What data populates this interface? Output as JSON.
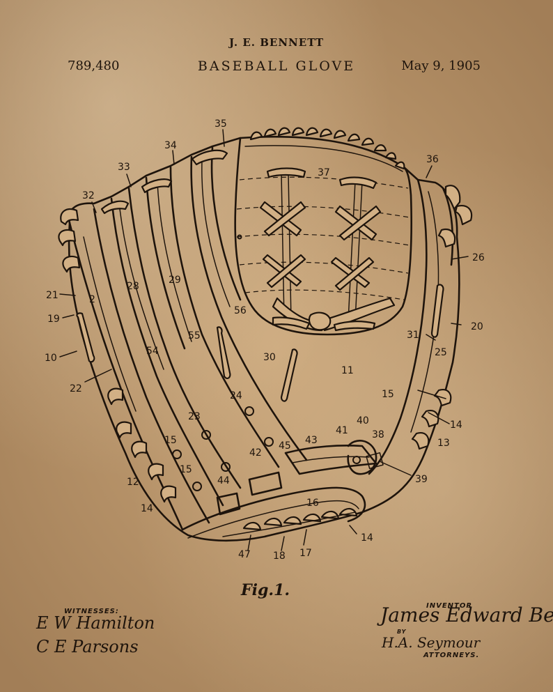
{
  "header": {
    "inventor_name": "J. E. BENNETT",
    "patent_number": "789,480",
    "title": "BASEBALL GLOVE",
    "date": "May 9, 1905"
  },
  "figure": {
    "label": "Fig.1.",
    "reference_numerals": [
      "35",
      "34",
      "33",
      "32",
      "21",
      "19",
      "10",
      "22",
      "2",
      "28",
      "29",
      "54",
      "55",
      "56",
      "30",
      "36",
      "37",
      "26",
      "20",
      "31",
      "25",
      "11",
      "24",
      "23",
      "15",
      "14",
      "13",
      "40",
      "41",
      "38",
      "39",
      "43",
      "45",
      "42",
      "44",
      "12",
      "16",
      "47",
      "18",
      "17"
    ]
  },
  "witnesses": {
    "label": "WITNESSES:",
    "signatures": [
      "E W Hamilton",
      "C E Parsons"
    ]
  },
  "inventor_block": {
    "label": "INVENTOR",
    "signature": "James Edward Bennett",
    "by": "BY",
    "attorney_signature": "H.A. Seymour",
    "attorneys_label": "ATTORNEYS."
  },
  "colors": {
    "paper": "#c8a478",
    "ink": "#1e140c"
  }
}
